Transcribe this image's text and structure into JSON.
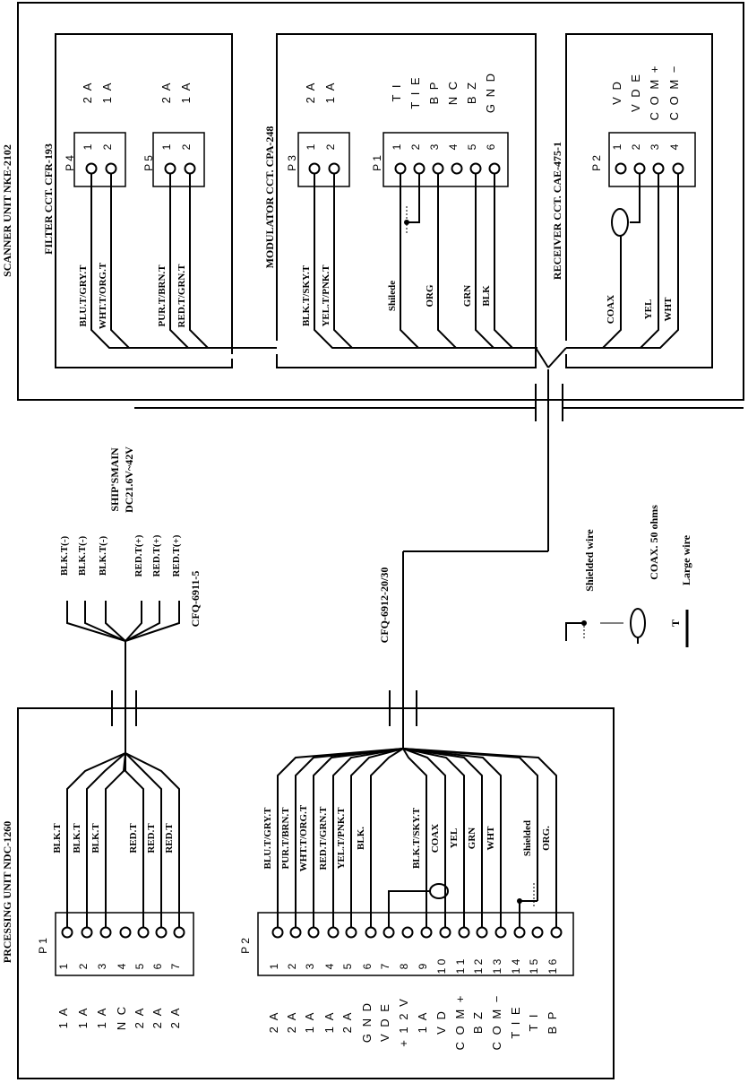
{
  "scanner_unit": {
    "title": "SCANNER UNIT  NKE-2102",
    "filter": {
      "title": "FILTER CCT. CFR-193",
      "p4": {
        "name": "P 4",
        "pins": [
          "1",
          "2"
        ],
        "signals": [
          "2 A",
          "1 A"
        ]
      },
      "p5": {
        "name": "P 5",
        "pins": [
          "1",
          "2"
        ],
        "signals": [
          "2 A",
          "1 A"
        ]
      },
      "wires": [
        "BLU.T/GRY.T",
        "WHT.T/ORG.T",
        "PUR.T/BRN.T",
        "RED.T/GRN.T"
      ]
    },
    "modulator": {
      "title": "MODULATOR CCT. CPA-248",
      "p3": {
        "name": "P 3",
        "pins": [
          "1",
          "2"
        ],
        "signals": [
          "2 A",
          "1 A"
        ]
      },
      "p1": {
        "name": "P 1",
        "pins": [
          "1",
          "2",
          "3",
          "4",
          "5",
          "6"
        ],
        "signals": [
          "T I",
          "T I E",
          "B P",
          "N C",
          "B Z",
          "G N D"
        ]
      },
      "wires": [
        "BLK.T/SKY.T",
        "YEL.T/PNK.T",
        "Shilede",
        "ORG",
        "GRN",
        "BLK"
      ]
    },
    "receiver": {
      "title": "RECEIVER CCT. CAE-475-1",
      "p2": {
        "name": "P 2",
        "pins": [
          "1",
          "2",
          "3",
          "4"
        ],
        "signals": [
          "V D",
          "V D E",
          "C O M +",
          "C O M −"
        ]
      },
      "wires": [
        "COAX",
        "YEL",
        "WHT"
      ]
    }
  },
  "cables": {
    "upper": "CFQ-6912-20/30",
    "power": "CFQ-6911-5",
    "power_wires": [
      "BLK.T(-)",
      "BLK.T(-)",
      "BLK.T(-)",
      "RED.T(+)",
      "RED.T(+)",
      "RED.T(+)"
    ],
    "ship_main": [
      "SHIP'SMAIN",
      "DC21.6V~42V"
    ]
  },
  "legend": {
    "shielded": "Shielded wire",
    "coax": "COAX.  50  ohms",
    "large_symbol": "T",
    "large": "Large wire"
  },
  "processing_unit": {
    "title": "PRCESSING UNIT  NDC-1260",
    "p1": {
      "name": "P 1",
      "pins": [
        "1",
        "2",
        "3",
        "4",
        "5",
        "6",
        "7"
      ],
      "signals": [
        "1 A",
        "1 A",
        "1 A",
        "N C",
        "2 A",
        "2 A",
        "2 A"
      ],
      "wires": [
        "BLK.T",
        "BLK.T",
        "BLK.T",
        "RED.T",
        "RED.T",
        "RED.T"
      ]
    },
    "p2": {
      "name": "P 2",
      "pins": [
        "1",
        "2",
        "3",
        "4",
        "5",
        "6",
        "7",
        "8",
        "9",
        "1 0",
        "1 1",
        "1 2",
        "1 3",
        "1 4",
        "1 5",
        "1 6"
      ],
      "signals": [
        "2 A",
        "2 A",
        "1 A",
        "1 A",
        "2 A",
        "G N D",
        "V D E",
        "+ 1 2 V",
        "1 A",
        "V D",
        "C O M +",
        "B Z",
        "C O M −",
        "T I E",
        "T I",
        "B P"
      ],
      "wires": [
        "BLU.T/GRY.T",
        "PUR.T/BRN.T",
        "WHT.T/ORG.T",
        "RED.T/GRN.T",
        "YEL.T/PNK.T",
        "BLK.",
        "BLK.T/SKY.T",
        "COAX",
        "YEL",
        "GRN",
        "WHT",
        "Shielded",
        "ORG."
      ]
    }
  }
}
